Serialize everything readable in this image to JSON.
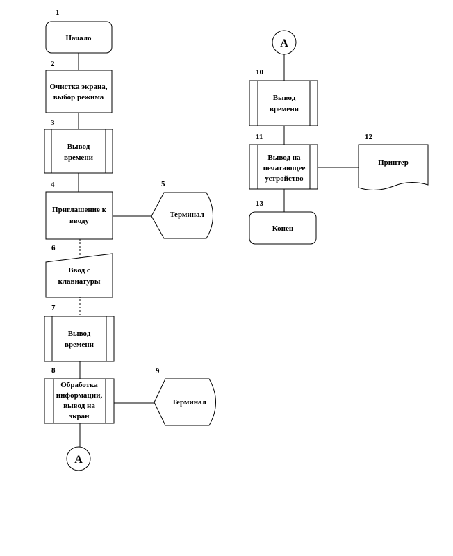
{
  "blocks": [
    {
      "num": "1",
      "lines": [
        "Начало"
      ]
    },
    {
      "num": "2",
      "lines": [
        "Очистка экрана,",
        "выбор режима"
      ]
    },
    {
      "num": "3",
      "lines": [
        "Вывод",
        "времени"
      ]
    },
    {
      "num": "4",
      "lines": [
        "Приглашение к",
        "вводу"
      ]
    },
    {
      "num": "5",
      "lines": [
        "Терминал"
      ]
    },
    {
      "num": "6",
      "lines": [
        "Ввод с",
        "клавиатуры"
      ]
    },
    {
      "num": "7",
      "lines": [
        "Вывод",
        "времени"
      ]
    },
    {
      "num": "8",
      "lines": [
        "Обработка",
        "информации,",
        "вывод на",
        "экран"
      ]
    },
    {
      "num": "9",
      "lines": [
        "Терминал"
      ]
    },
    {
      "num": "10",
      "lines": [
        "Вывод",
        "времени"
      ]
    },
    {
      "num": "11",
      "lines": [
        "Вывод на",
        "печатающее",
        "устройство"
      ]
    },
    {
      "num": "12",
      "lines": [
        "Принтер"
      ]
    },
    {
      "num": "13",
      "lines": [
        "Конец"
      ]
    }
  ],
  "connectors": {
    "bottom_left": "A",
    "top_right": "A"
  }
}
